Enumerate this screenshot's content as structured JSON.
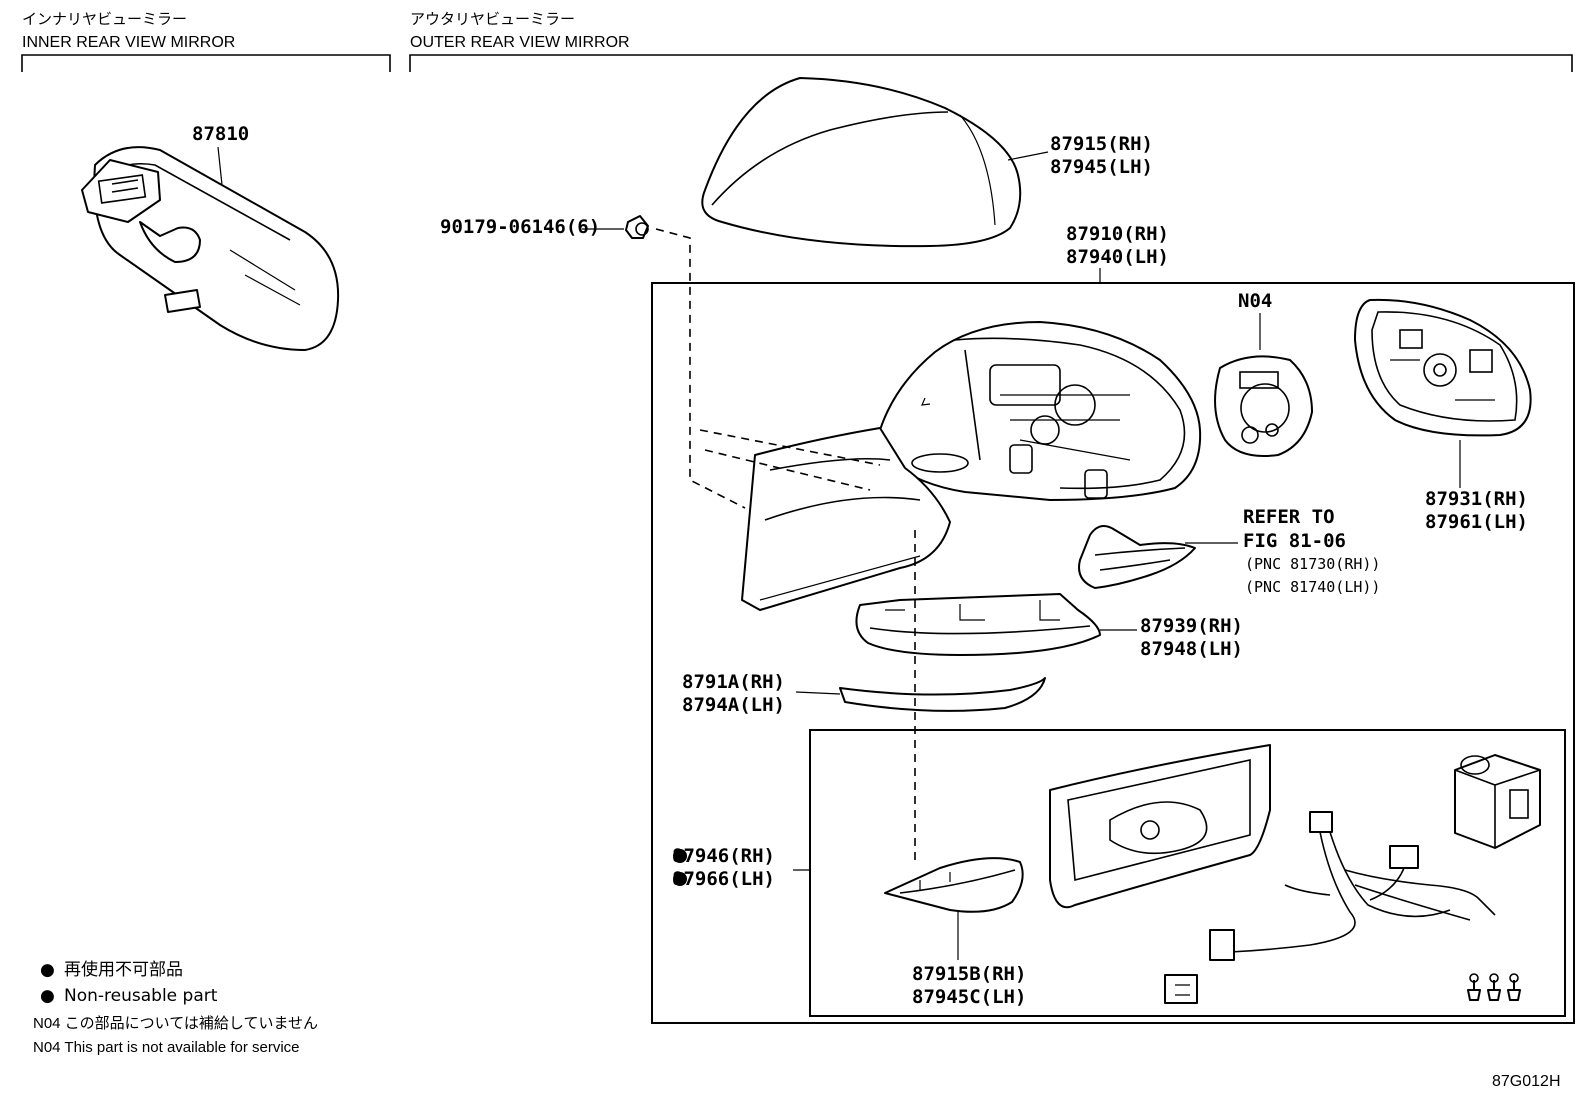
{
  "sections": {
    "inner": {
      "jp": "インナリヤビューミラー",
      "en": "INNER REAR VIEW MIRROR"
    },
    "outer": {
      "jp": "アウタリヤビューミラー",
      "en": "OUTER REAR VIEW MIRROR"
    }
  },
  "parts": {
    "p87810": "87810",
    "p87915": "87915(RH)",
    "p87945": "87945(LH)",
    "p90179": "90179-06146(6)",
    "p87910": "87910(RH)",
    "p87940": "87940(LH)",
    "n04": "N04",
    "p87931": "87931(RH)",
    "p87961": "87961(LH)",
    "refer1": "REFER TO",
    "refer2": "FIG 81-06",
    "pnc1": "(PNC 81730(RH))",
    "pnc2": "(PNC 81740(LH))",
    "p87939": "87939(RH)",
    "p87948": "87948(LH)",
    "p8791A": "8791A(RH)",
    "p8794A": "8794A(LH)",
    "p87946": "87946(RH)",
    "p87966": "87966(LH)",
    "p87915B": "87915B(RH)",
    "p87945C": "87945C(LH)"
  },
  "legend": {
    "dot": "●",
    "nonreuse_jp": "再使用不可部品",
    "nonreuse_en": "Non-reusable part",
    "n04_jp": "N04 この部品については補給していません",
    "n04_en": "N04 This part is not available for service"
  },
  "figure_id": "87G012H"
}
